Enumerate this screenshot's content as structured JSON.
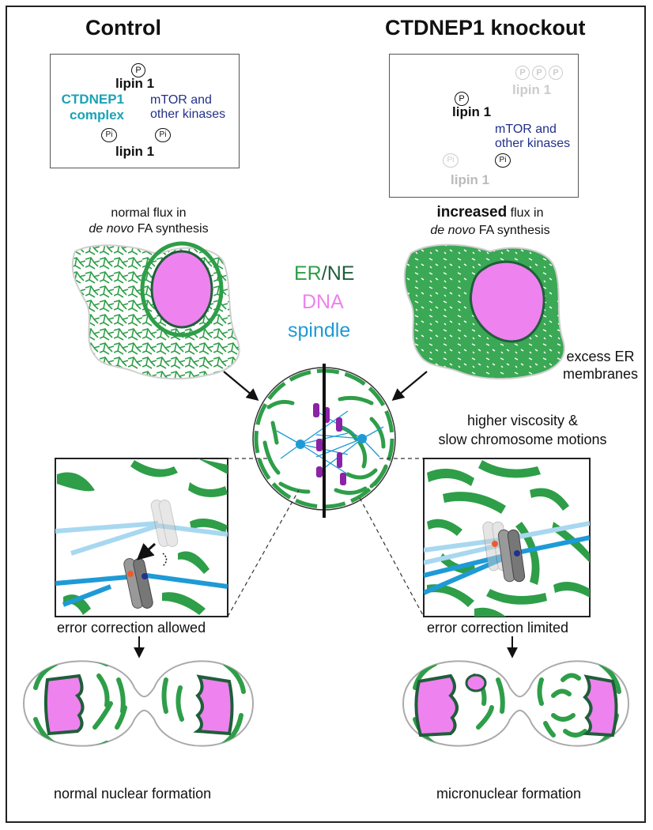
{
  "headers": {
    "control": "Control",
    "knockout": "CTDNEP1 knockout"
  },
  "control_box": {
    "p_label": "P",
    "lipin_top": "lipin 1",
    "lipin_bottom": "lipin 1",
    "complex_line1": "CTDNEP1",
    "complex_line2": "complex",
    "kinase_line1": "mTOR and",
    "kinase_line2": "other kinases",
    "pi_label": "Pi"
  },
  "knockout_box": {
    "p_label": "P",
    "lipin_top": "lipin 1",
    "lipin_faded": "lipin 1",
    "lipin_bottom": "lipin 1",
    "kinase_line1": "mTOR and",
    "kinase_line2": "other kinases",
    "pi_label": "Pi"
  },
  "flux": {
    "control_line1": "normal flux in",
    "control_line2_italic": "de novo",
    "control_line2_rest": " FA synthesis",
    "ko_bold": "increased",
    "ko_line1_rest": " flux in",
    "ko_line2_italic": "de novo",
    "ko_line2_rest": " FA synthesis"
  },
  "legend": {
    "er": "ER",
    "slash": "/",
    "ne": "NE",
    "dna": "DNA",
    "spindle": "spindle"
  },
  "labels": {
    "excess_line1": "excess ER",
    "excess_line2": "membranes",
    "viscosity_line1": "higher viscosity &",
    "viscosity_line2": "slow chromosome motions",
    "error_allowed": "error correction allowed",
    "error_limited": "error correction limited",
    "normal_nuclear": "normal nuclear formation",
    "micronuclear": "micronuclear formation"
  },
  "colors": {
    "er_green": "#2e9e48",
    "ne_dark": "#1f5e3a",
    "dna_pink": "#ee82ee",
    "spindle_blue": "#1e9ad6",
    "ctdnep1_teal": "#1aa3b5",
    "kinase_navy": "#22318a",
    "chromosome_purple": "#8b22a8"
  }
}
